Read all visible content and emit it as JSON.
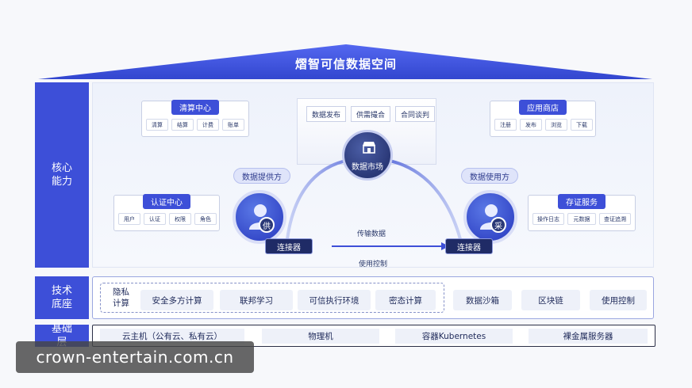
{
  "header": {
    "title": "熠智可信数据空间"
  },
  "side_labels": {
    "core": "核心能力",
    "tech": "技术底座",
    "base": "基础层"
  },
  "panels": {
    "clearing": {
      "title": "清算中心",
      "items": [
        "清算",
        "结算",
        "计费",
        "账单"
      ]
    },
    "auth": {
      "title": "认证中心",
      "items": [
        "用户",
        "认证",
        "权限",
        "角色"
      ]
    },
    "appstore": {
      "title": "应用商店",
      "items": [
        "注册",
        "发布",
        "浏览",
        "下载"
      ]
    },
    "evidence": {
      "title": "存证服务",
      "items": [
        "操作日志",
        "元数据",
        "查证追溯"
      ]
    }
  },
  "market": {
    "chips": [
      "数据发布",
      "供需撮合",
      "合同谈判"
    ],
    "label": "数据市场",
    "icon": "store-icon"
  },
  "provider": {
    "role": "数据提供方",
    "badge": "供",
    "connector": "连接器"
  },
  "consumer": {
    "role": "数据使用方",
    "badge": "采",
    "connector": "连接器"
  },
  "flow": {
    "top": "传输数据",
    "bottom": "使用控制"
  },
  "tech": {
    "privacy_label": "隐私计算",
    "privacy_items": [
      "安全多方计算",
      "联邦学习",
      "可信执行环境",
      "密态计算"
    ],
    "other_items": [
      "数据沙箱",
      "区块链",
      "使用控制"
    ]
  },
  "base": {
    "items": [
      "云主机（公有云、私有云）",
      "物理机",
      "容器Kubernetes",
      "裸金属服务器"
    ]
  },
  "watermark": "crown-entertain.com.cn",
  "colors": {
    "primary": "#3d4fd8",
    "dark": "#1f2b66",
    "light": "#dfe4fa"
  }
}
